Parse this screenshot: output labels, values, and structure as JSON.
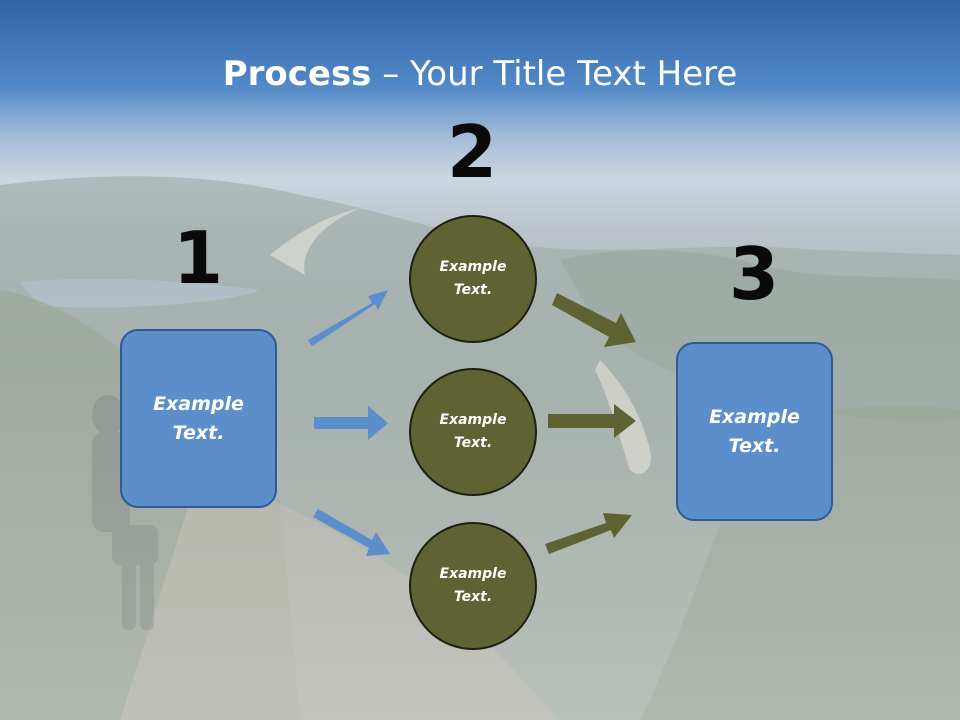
{
  "title": {
    "bold": "Process",
    "rest": " – Your Title Text Here"
  },
  "steps": {
    "one": {
      "number": "1",
      "text": "Example Text."
    },
    "two": {
      "number": "2"
    },
    "three": {
      "number": "3",
      "text": "Example Text."
    }
  },
  "circles": [
    {
      "text": "Example Text."
    },
    {
      "text": "Example Text."
    },
    {
      "text": "Example Text."
    }
  ],
  "colors": {
    "box_fill": "#5b8ecb",
    "box_border": "#2f5b92",
    "circle_fill": "#5f6232",
    "circle_border": "#1e1f10",
    "blue_arrow": "#5b8ecb",
    "olive_arrow": "#5f6232",
    "title_bar": "#3f74b6"
  },
  "background": "mountain-coast-hiker-photo"
}
